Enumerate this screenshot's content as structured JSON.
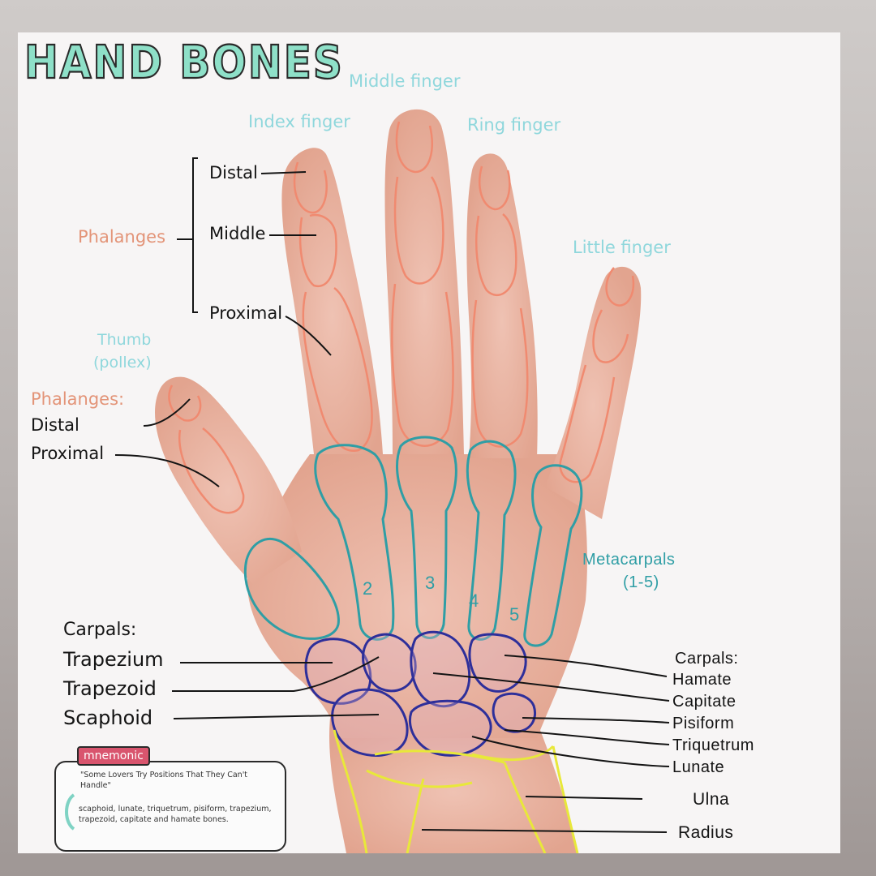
{
  "title": "HAND BONES",
  "fingers": {
    "middle": "Middle finger",
    "index": "Index finger",
    "ring": "Ring finger",
    "little": "Little finger",
    "thumb_line1": "Thumb",
    "thumb_line2": "(pollex)"
  },
  "phalanges": {
    "group_label": "Phalanges",
    "distal": "Distal",
    "middle": "Middle",
    "proximal": "Proximal"
  },
  "thumb_phalanges": {
    "group_label": "Phalanges:",
    "distal": "Distal",
    "proximal": "Proximal"
  },
  "metacarpals": {
    "label": "Metacarpals",
    "range": "(1-5)",
    "numbers": [
      "2",
      "3",
      "4",
      "5"
    ]
  },
  "carpals_left": {
    "heading": "Carpals:",
    "items": [
      "Trapezium",
      "Trapezoid",
      "Scaphoid"
    ]
  },
  "carpals_right": {
    "heading": "Carpals:",
    "items": [
      "Hamate",
      "Capitate",
      "Pisiform",
      "Triquetrum",
      "Lunate"
    ]
  },
  "forearm": {
    "ulna": "Ulna",
    "radius": "Radius"
  },
  "mnemonic": {
    "tag": "mnemonic",
    "quote": "\"Some Lovers Try Positions That They Can't Handle\"",
    "explanation": "scaphoid, lunate, triquetrum, pisiform, trapezium, trapezoid, capitate and hamate bones."
  },
  "colors": {
    "phalanx_outline": "#f08a70",
    "metacarpal_outline": "#2f9ea5",
    "carpal_outline": "#2e2f9a",
    "forearm_outline": "#e8e83a",
    "skin": "#eab3a1",
    "title_fill": "#8ee0c8"
  }
}
